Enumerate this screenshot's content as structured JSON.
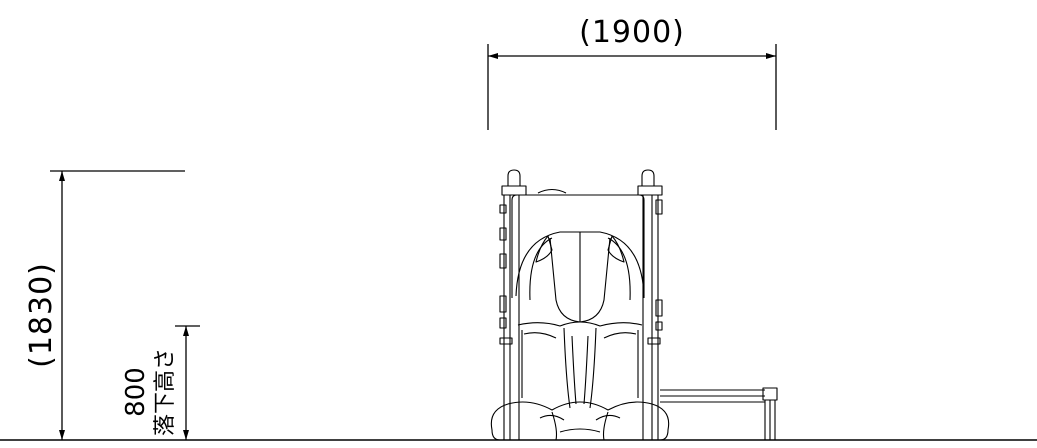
{
  "dimensions": {
    "width_label": "(1900)",
    "height_label": "(1830)",
    "fall_height_value": "800",
    "fall_height_label": "落下高さ"
  }
}
